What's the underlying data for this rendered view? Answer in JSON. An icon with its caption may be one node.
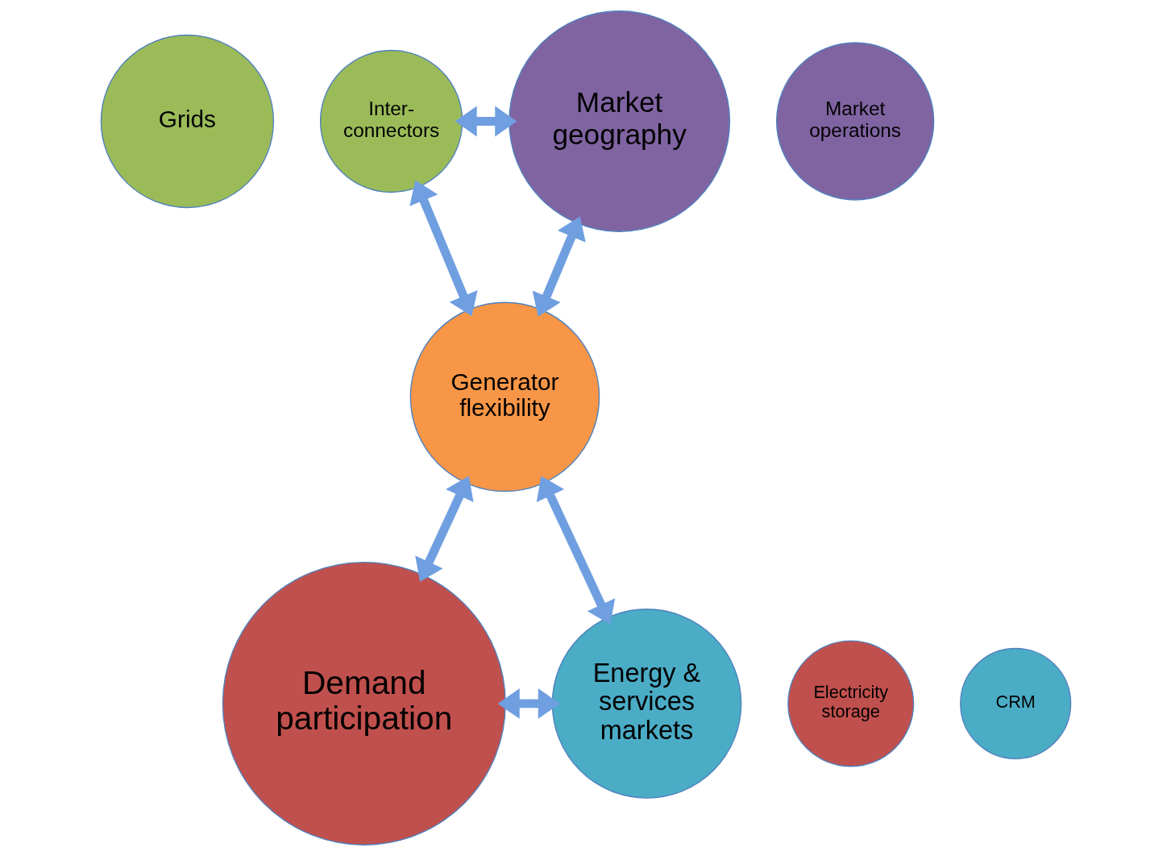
{
  "diagram": {
    "nodes": [
      {
        "text": [
          "Grids"
        ]
      },
      {
        "text": [
          "Inter- connectors"
        ]
      },
      {
        "text": [
          "Market geography"
        ]
      },
      {
        "text": [
          "Market operations"
        ]
      },
      {
        "text": [
          "Generator flexibility"
        ]
      },
      {
        "text": [
          "Demand participation"
        ]
      },
      {
        "text": [
          "Electricity storage"
        ]
      },
      {
        "text": [
          "Energy & services markets"
        ]
      },
      {
        "text": [
          "CRM"
        ]
      }
    ],
    "edges": [
      {
        "from": 1,
        "to": 2,
        "arrow": "both"
      },
      {
        "from": 1,
        "to": 4,
        "arrow": "both"
      },
      {
        "from": 4,
        "to": 2,
        "arrow": "both"
      },
      {
        "from": 4,
        "to": 5,
        "arrow": "both"
      },
      {
        "from": 4,
        "to": 7,
        "arrow": "both"
      },
      {
        "from": 5,
        "to": 7,
        "arrow": "both"
      }
    ]
  }
}
